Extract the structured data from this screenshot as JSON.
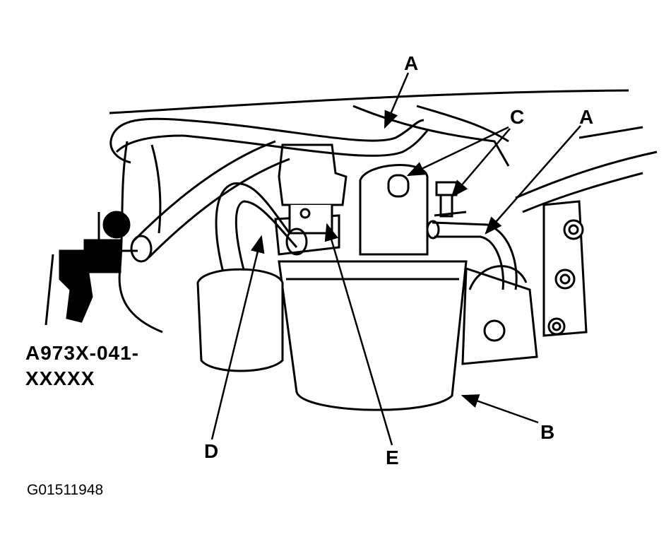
{
  "diagram": {
    "tool_label_line1": "A973X-041-",
    "tool_label_line2": "XXXXX",
    "figure_id": "G01511948",
    "callouts": {
      "a_top": "A",
      "a_right": "A",
      "b": "B",
      "c": "C",
      "d": "D",
      "e": "E"
    }
  }
}
